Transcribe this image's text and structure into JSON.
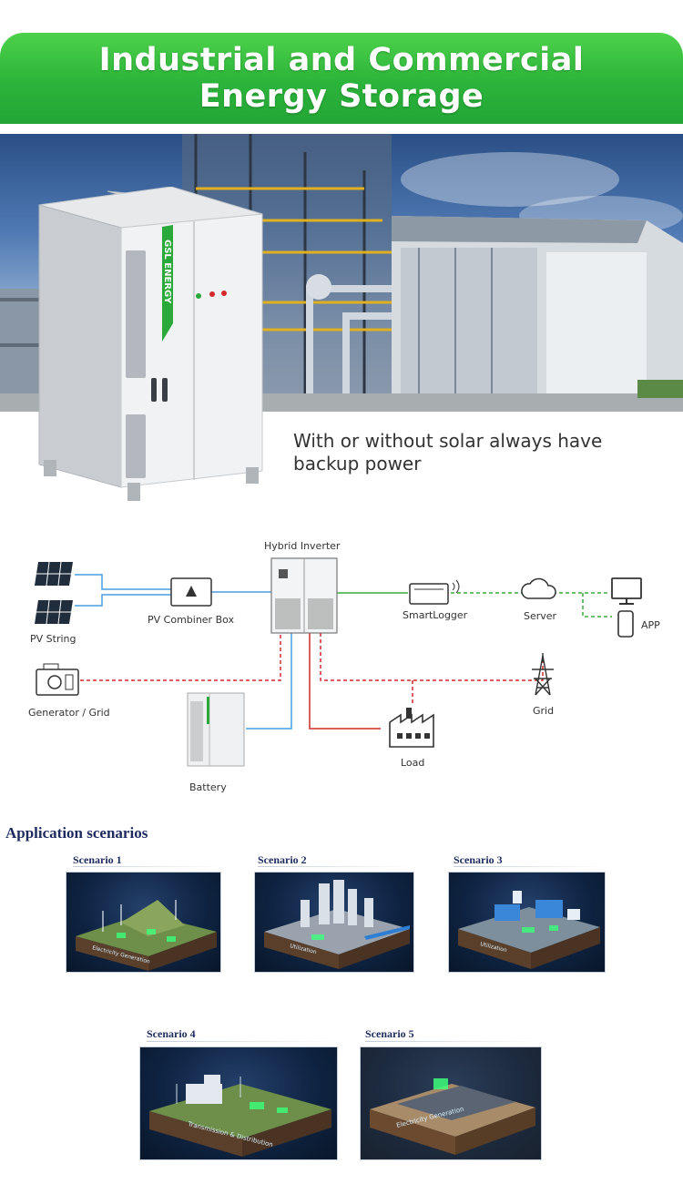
{
  "banner": {
    "line1": "Industrial and Commercial",
    "line2": "Energy Storage"
  },
  "hero": {
    "brand": "GSL ENERGY",
    "tagline": "With or without solar always have backup power"
  },
  "diagram": {
    "hybrid_inverter": "Hybrid Inverter",
    "pv_string": "PV String",
    "pv_combiner_box": "PV Combiner Box",
    "smartlogger": "SmartLogger",
    "server": "Server",
    "app": "APP",
    "generator_grid": "Generator / Grid",
    "battery": "Battery",
    "load": "Load",
    "grid": "Grid"
  },
  "applications": {
    "title": "Application  scenarios",
    "scenarios": [
      {
        "label": "Scenario 1",
        "caption": "Electricity Generation"
      },
      {
        "label": "Scenario 2",
        "caption": "Utilization"
      },
      {
        "label": "Scenario 3",
        "caption": "Utilization"
      },
      {
        "label": "Scenario 4",
        "caption": "Transmission & Distribution"
      },
      {
        "label": "Scenario 5",
        "caption": "Electricity Generation"
      }
    ]
  },
  "colors": {
    "banner_green": "#2bb43a",
    "dc_line_blue": "#4a9ee0",
    "ac_line_red": "#d22a2a",
    "comm_line_green": "#3cae3c",
    "scenario_title": "#1d2a5e"
  }
}
